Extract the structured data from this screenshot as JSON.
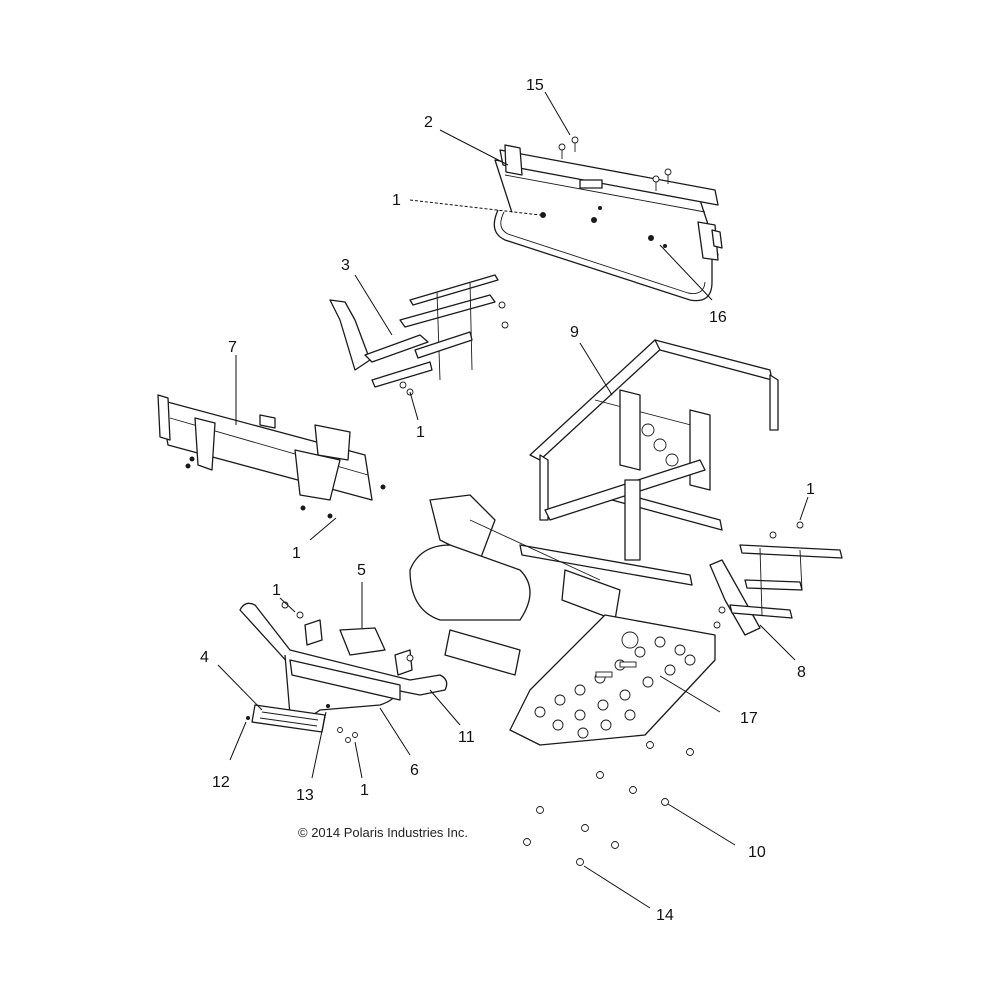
{
  "copyright": "© 2014 Polaris Industries Inc.",
  "callouts": {
    "c15": "15",
    "c2": "2",
    "c1_top": "1",
    "c16": "16",
    "c3": "3",
    "c1_mid": "1",
    "c7": "7",
    "c9": "9",
    "c1_left": "1",
    "c1_right": "1",
    "c8": "8",
    "c5": "5",
    "c1_bumper": "1",
    "c4": "4",
    "c12": "12",
    "c13": "13",
    "c1_bottom": "1",
    "c6": "6",
    "c11": "11",
    "c17": "17",
    "c10": "10",
    "c14": "14"
  }
}
